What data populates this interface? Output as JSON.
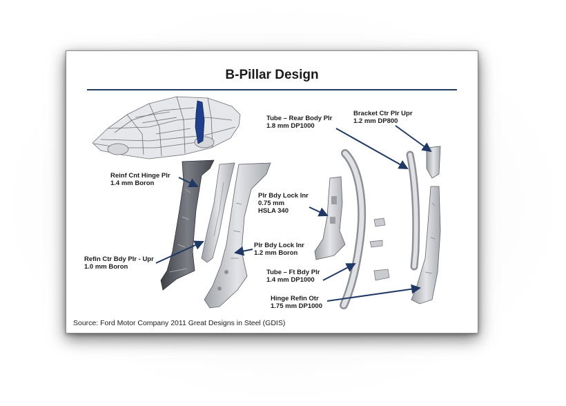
{
  "slide": {
    "title": "B-Pillar Design",
    "source": "Source: Ford Motor Company 2011 Great Designs in Steel (GDIS)"
  },
  "labels": {
    "reinf_cnt_hinge": {
      "line1": "Reinf Cnt Hinge Plr",
      "line2": "1.4 mm Boron"
    },
    "refin_ctr_bdy": {
      "line1": "Refin Ctr Bdy Plr - Upr",
      "line2": "1.0 mm Boron"
    },
    "plr_bdy_lock_inr_a": {
      "line1": "Plr Bdy Lock Inr",
      "line2": "0.75 mm",
      "line3": "HSLA 340"
    },
    "plr_bdy_lock_inr_b": {
      "line1": "Plr Bdy Lock Inr",
      "line2": "1.2 mm Boron"
    },
    "tube_rear_body": {
      "line1": "Tube – Rear Body Plr",
      "line2": "1.8 mm DP1000"
    },
    "bracket_ctr_plr": {
      "line1": "Bracket Ctr Plr Upr",
      "line2": "1.2 mm DP800"
    },
    "tube_ft_bdy": {
      "line1": "Tube – Ft Bdy Plr",
      "line2": "1.4 mm DP1000"
    },
    "hinge_refin_otr": {
      "line1": "Hinge Refin Otr",
      "line2": "1.75 mm DP1000"
    }
  },
  "colors": {
    "arrow": "#1f3864",
    "title_rule": "#1f3864",
    "highlight_part": "#1f3f8a",
    "part_fill": "#c9cbd0",
    "part_stroke": "#6b6d72"
  }
}
